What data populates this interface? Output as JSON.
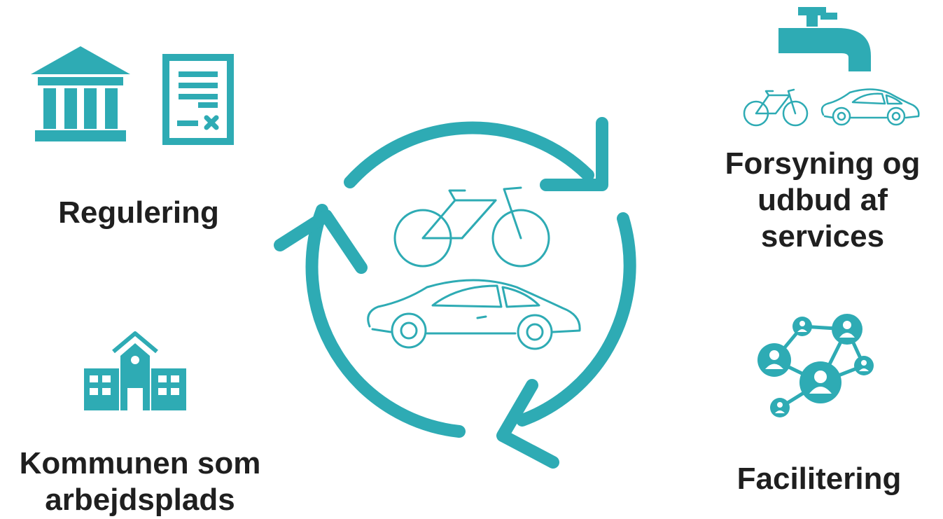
{
  "diagram": {
    "accent_color": "#2EABB4",
    "center": {
      "icons": [
        "bicycle-icon",
        "car-icon"
      ],
      "cycle": "three-arrow-clockwise-cycle"
    },
    "quadrants": {
      "top_left": {
        "label": "Regulering",
        "icons": [
          "government-building-icon",
          "contract-document-icon"
        ]
      },
      "top_right": {
        "label_lines": [
          "Forsyning og",
          "udbud af",
          "services"
        ],
        "icons": [
          "water-tap-icon",
          "bicycle-icon",
          "car-icon"
        ]
      },
      "bottom_left": {
        "label_lines": [
          "Kommunen som",
          "arbejdsplads"
        ],
        "icons": [
          "school-building-icon"
        ]
      },
      "bottom_right": {
        "label": "Facilitering",
        "icons": [
          "people-network-icon"
        ]
      }
    }
  }
}
